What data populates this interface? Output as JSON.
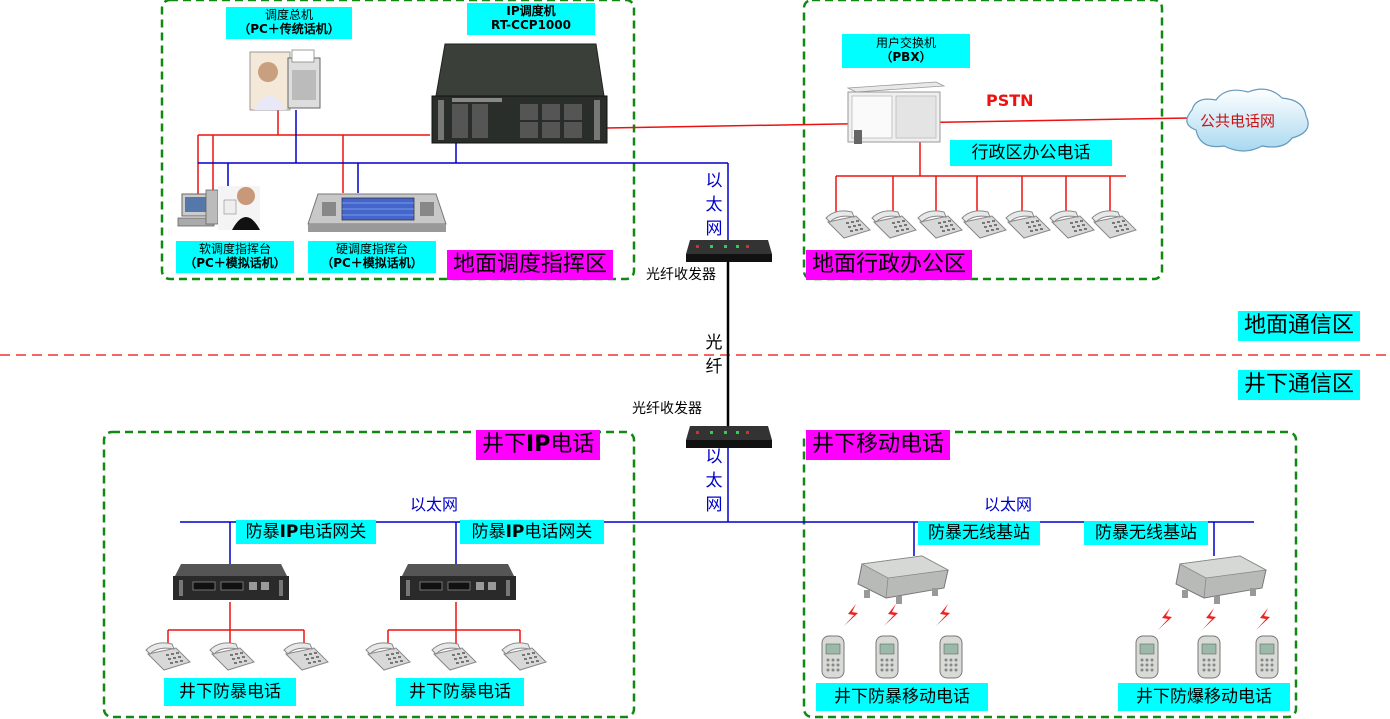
{
  "ground": {
    "dispatch_master_line1": "调度总机",
    "dispatch_master_line2": "（PC＋传统话机）",
    "ip_dispatcher_line1": "IP调度机",
    "ip_dispatcher_line2": "RT-CCP1000",
    "soft_console_line1": "软调度指挥台",
    "soft_console_line2": "（PC＋模拟话机）",
    "hard_console_line1": "硬调度指挥台",
    "hard_console_line2": "（PC＋模拟话机）",
    "dispatch_zone": "地面调度指挥区",
    "pbx_line1": "用户交换机",
    "pbx_line2": "（PBX）",
    "pstn": "PSTN",
    "public_network": "公共电话网",
    "admin_phones": "行政区办公电话",
    "admin_zone": "地面行政办公区",
    "ethernet_vertical": [
      "以",
      "太",
      "网"
    ],
    "fiber_transceiver_top": "光纤收发器",
    "surface_area": "地面通信区"
  },
  "link": {
    "fiber_vertical": [
      "光",
      "纤"
    ],
    "fiber_transceiver_bottom": "光纤收发器",
    "ethernet_vertical": [
      "以",
      "太",
      "网"
    ]
  },
  "underground": {
    "underground_area": "井下通信区",
    "ip_zone_prefix": "井下",
    "ip_zone_bold": "IP",
    "ip_zone_suffix": "电话",
    "mobile_zone": "井下移动电话",
    "ethernet_left": "以太网",
    "ethernet_right": "以太网",
    "gateway_prefix": "防暴",
    "gateway_bold": "IP",
    "gateway_suffix": "电话网关",
    "base_station": "防暴无线基站",
    "ip_phone_group": "井下防暴电话",
    "mobile_group_1": "井下防暴移动电话",
    "mobile_group_2": "井下防爆移动电话"
  },
  "colors": {
    "red_line": "#ee1111",
    "blue_line": "#0000cc",
    "zone_border": "#118811",
    "label_bg": "#00ffff",
    "zone_label_bg": "#ff00ff"
  }
}
